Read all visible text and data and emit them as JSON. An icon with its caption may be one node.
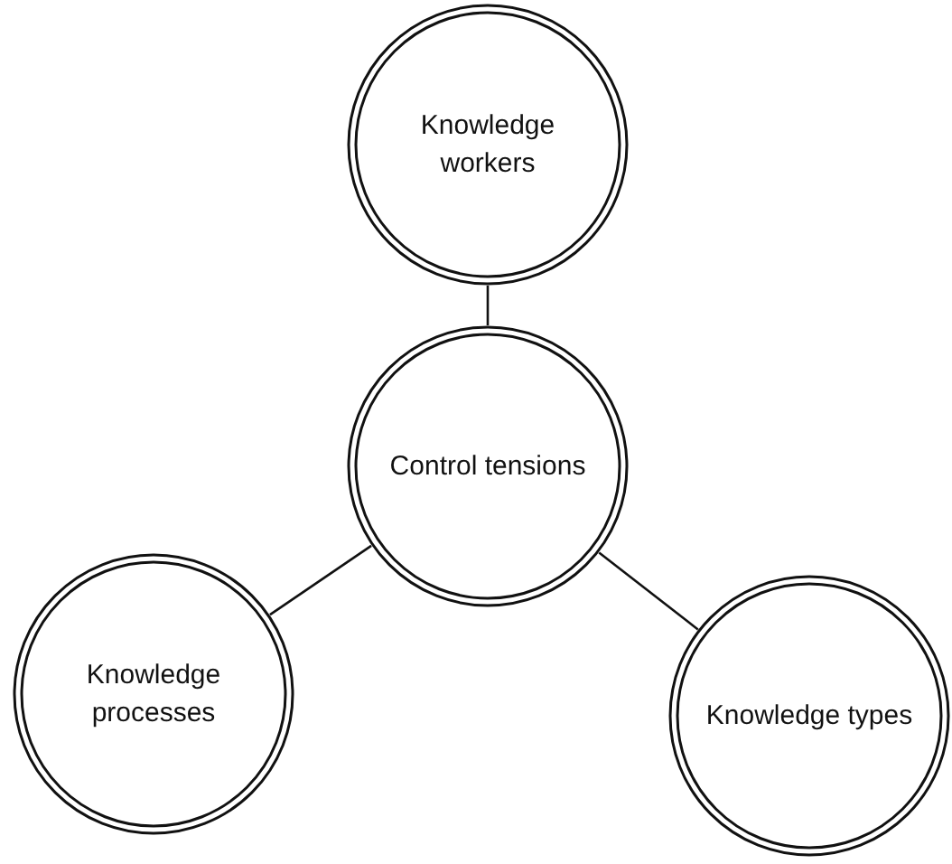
{
  "diagram": {
    "nodes": [
      {
        "text": [
          "Knowledge workers"
        ]
      },
      {
        "text": [
          "Control tensions"
        ]
      },
      {
        "text": [
          "Knowledge processes"
        ]
      },
      {
        "text": [
          "Knowledge types"
        ]
      }
    ],
    "edges": [
      {
        "from": 0,
        "to": 1,
        "arrow": "none"
      },
      {
        "from": 1,
        "to": 2,
        "arrow": "none"
      },
      {
        "from": 1,
        "to": 3,
        "arrow": "none"
      }
    ]
  }
}
